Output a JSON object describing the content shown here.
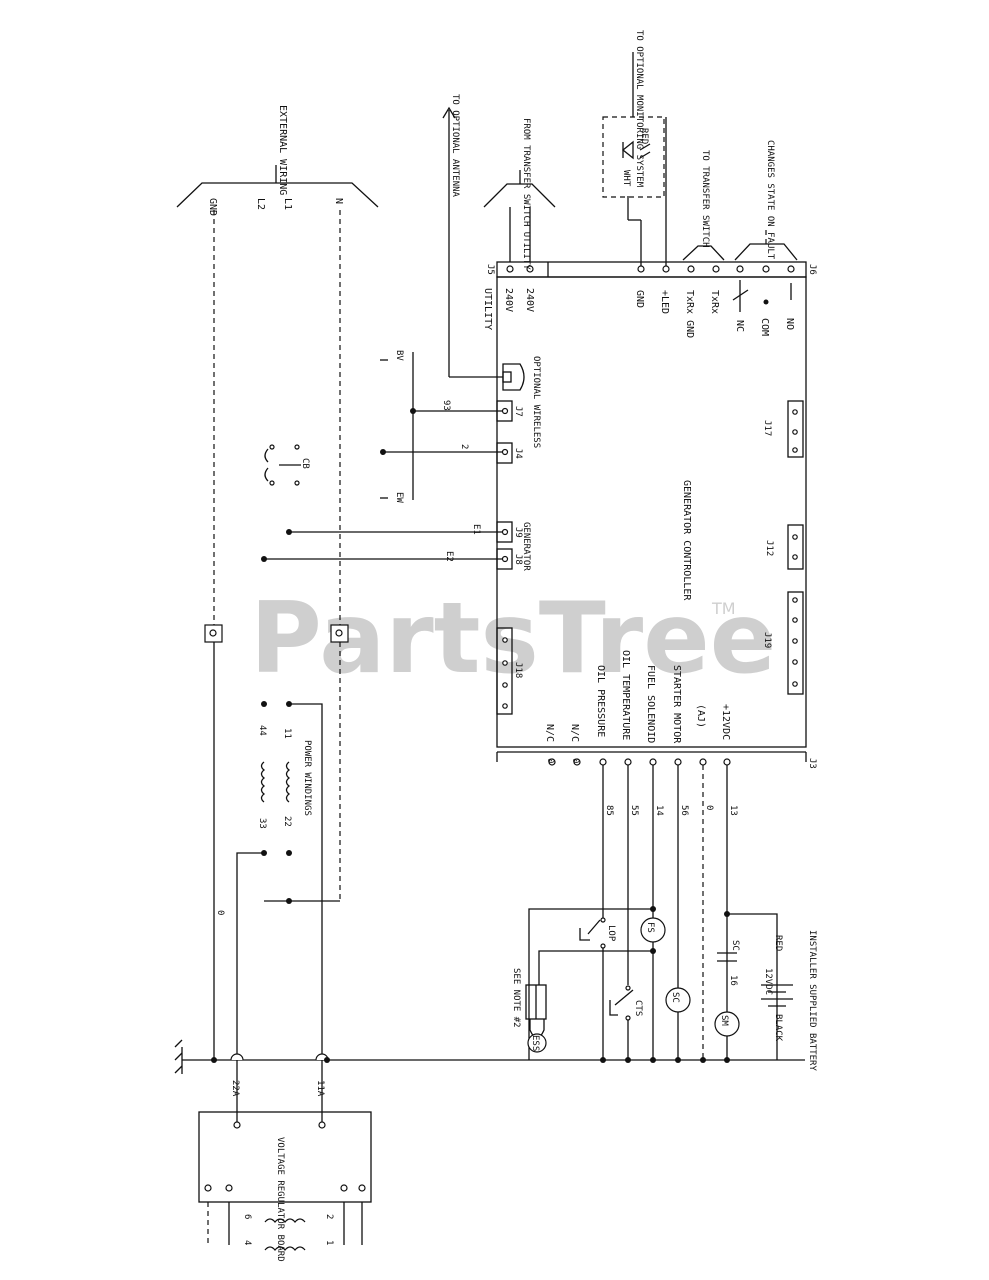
{
  "watermark": {
    "brand": "PartsTree",
    "mark": "TM"
  },
  "controller": {
    "title": "GENERATOR CONTROLLER",
    "ref": "J3",
    "connectors": {
      "J5": "J5",
      "J6": "J6",
      "J7": "J7",
      "J4": "J4",
      "J9": "J9",
      "J8": "J8",
      "J18": "J18",
      "J17": "J17",
      "J12": "J12",
      "J19": "J19"
    },
    "j5_section": "UTILITY",
    "j5_pins": [
      "240V",
      "240V"
    ],
    "j6_pins": [
      "GND",
      "+LED",
      "TxRx GND",
      "TxRx",
      "NC",
      "COM",
      "NO"
    ],
    "j3_pins": [
      "+12VDC",
      "(AJ)",
      "STARTER MOTOR",
      "FUEL SOLENOID",
      "OIL TEMPERATURE",
      "OIL PRESSURE",
      "N/C",
      "N/C"
    ],
    "j7_label": "OPTIONAL WIRELESS",
    "j9_label": "GENERATOR"
  },
  "annotations": {
    "external_wiring": "EXTERNAL WIRING",
    "terminals": [
      "GND",
      "L2",
      "L1",
      "N"
    ],
    "from_transfer": "FROM TRANSFER SWITCH UTILITY",
    "to_antenna": "TO OPTIONAL ANTENNA",
    "to_monitoring": "TO OPTIONAL MONITORING SYSTEM",
    "led_red": "RED",
    "led_wht": "WHT",
    "to_transfer": "TO TRANSFER SWITCH",
    "changes_state": "CHANGES STATE ON FAULT",
    "battery_title": "INSTALLER SUPPLIED BATTERY",
    "battery_volts": "12VDC",
    "battery_red": "RED",
    "battery_black": "BLACK",
    "see_note": "SEE NOTE #2",
    "cb": "CB",
    "power_windings": "POWER WINDINGS",
    "vreg_board": "VOLTAGE REGULATOR BOARD"
  },
  "wires": {
    "w93": "93",
    "w2": "2",
    "wE1": "E1",
    "wE2": "E2",
    "bv": "BV",
    "ew": "EW",
    "j3_wires": [
      "13",
      "0",
      "56",
      "14",
      "55",
      "85"
    ],
    "j3_n": [
      "0",
      "0"
    ],
    "w0": "0",
    "w16": "16",
    "w11": "11",
    "w22": "22",
    "w33": "33",
    "w44": "44",
    "w11a": "11A",
    "w22a": "22A",
    "reg_pins": [
      "1",
      "2",
      "4",
      "6"
    ]
  },
  "components": {
    "SM": "SM",
    "SC": "SC",
    "FS": "FS",
    "LOP": "LOP",
    "CTS": "CTS",
    "ESS": "ESS"
  }
}
